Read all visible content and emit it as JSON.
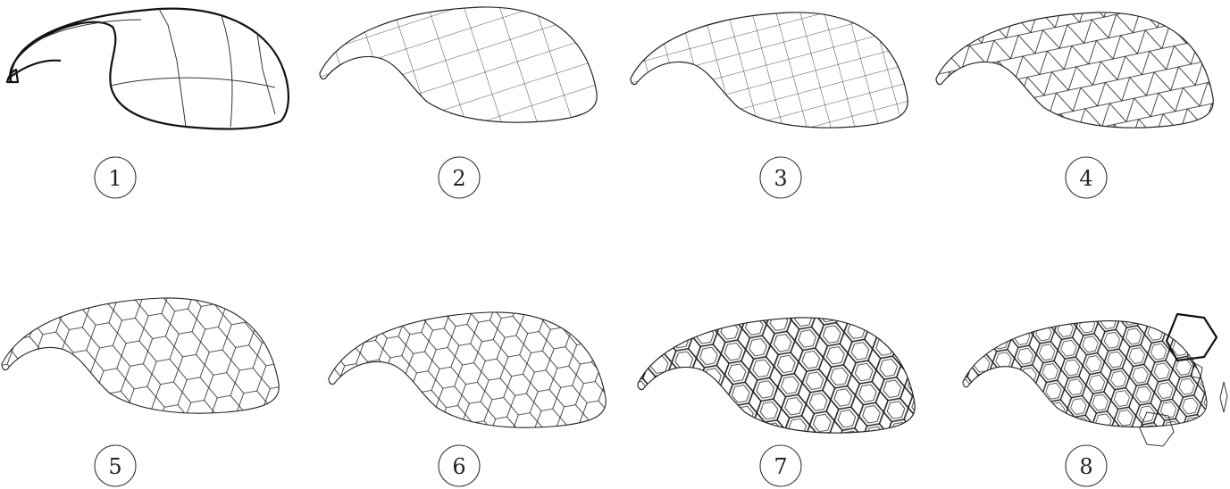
{
  "panels": [
    {
      "id": "1",
      "label": "1",
      "pattern": "outline"
    },
    {
      "id": "2",
      "label": "2",
      "pattern": "quad-sparse"
    },
    {
      "id": "3",
      "label": "3",
      "pattern": "quad-dense"
    },
    {
      "id": "4",
      "label": "4",
      "pattern": "triangulated"
    },
    {
      "id": "5",
      "label": "5",
      "pattern": "hexagon"
    },
    {
      "id": "6",
      "label": "6",
      "pattern": "hexagon-fine"
    },
    {
      "id": "7",
      "label": "7",
      "pattern": "hexagon-double"
    },
    {
      "id": "8",
      "label": "8",
      "pattern": "hexagon-exploded"
    }
  ]
}
